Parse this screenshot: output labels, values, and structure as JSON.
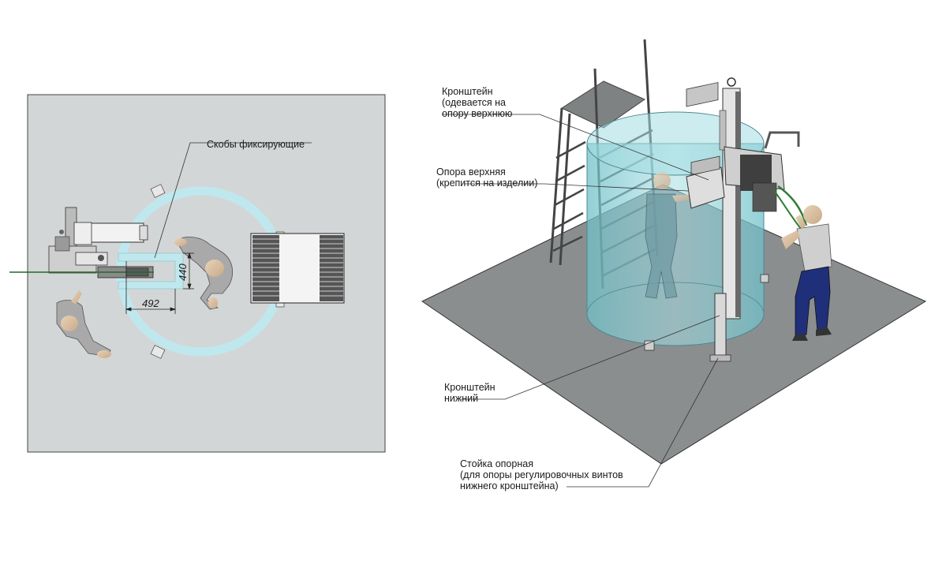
{
  "top_view": {
    "callout": "Скобы фиксирующие",
    "dim_width": "492",
    "dim_height": "440"
  },
  "iso_view": {
    "callouts": [
      {
        "lines": [
          "Кронштейн",
          "(одевается на",
          "опору верхнюю"
        ]
      },
      {
        "lines": [
          "Опора верхняя",
          "(крепится на изделии)"
        ]
      },
      {
        "lines": [
          "Кронштейн",
          "нижний"
        ]
      },
      {
        "lines": [
          "Стойка опорная",
          "(для опоры регулировочных винтов",
          "нижнего кронштейна)"
        ]
      }
    ]
  },
  "colors": {
    "floor_panel": "#d3d6d6",
    "tank": "#bfe8ee",
    "iso_floor": "#8b8e8f",
    "cylinder": "#8fd0d6"
  }
}
